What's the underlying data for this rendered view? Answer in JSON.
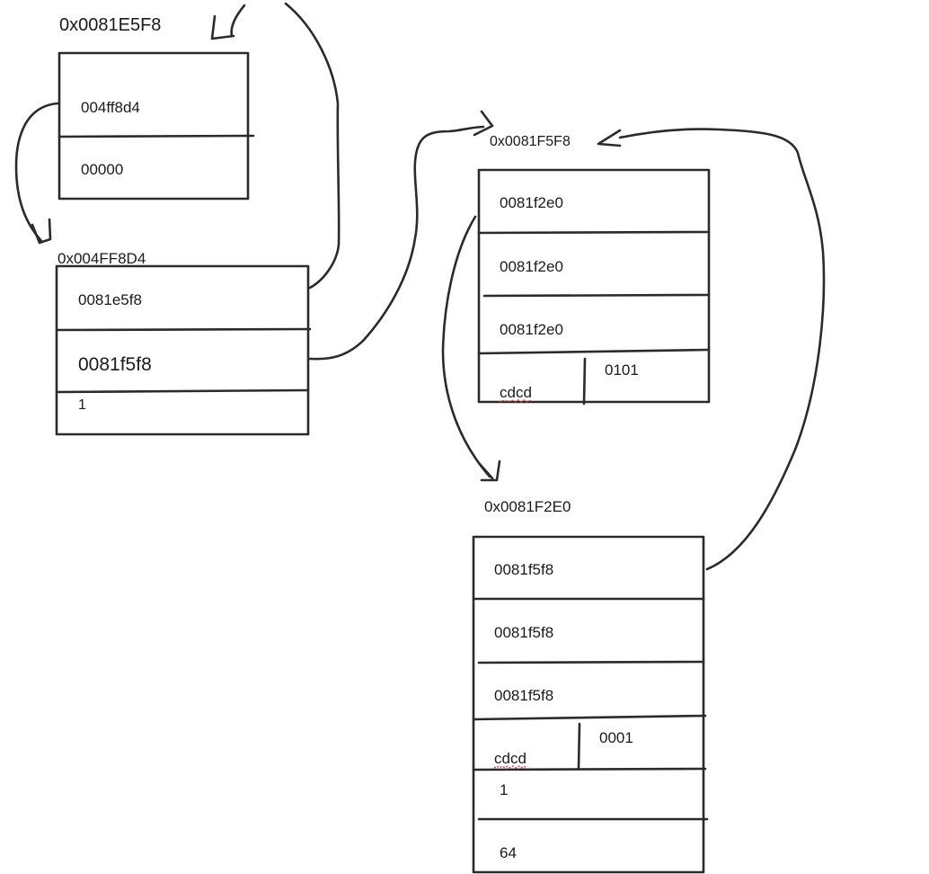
{
  "nodes": {
    "node1": {
      "address": "0x0081E5F8",
      "fields": [
        "004ff8d4",
        "00000"
      ]
    },
    "node2": {
      "address": "0x004FF8D4",
      "fields": [
        "0081e5f8",
        "0081f5f8",
        "1"
      ]
    },
    "node3": {
      "address": "0x0081F5F8",
      "fields": [
        "0081f2e0",
        "0081f2e0",
        "0081f2e0"
      ],
      "split_left": "cdcd",
      "split_right": "0101"
    },
    "node4": {
      "address": "0x0081F2E0",
      "fields": [
        "0081f5f8",
        "0081f5f8",
        "0081f5f8"
      ],
      "split_left": "cdcd",
      "split_right": "0001",
      "tail": [
        "1",
        "64"
      ]
    }
  },
  "colors": {
    "ink": "#2b2b2b",
    "spellcheck_underline": "#d43a3a"
  }
}
